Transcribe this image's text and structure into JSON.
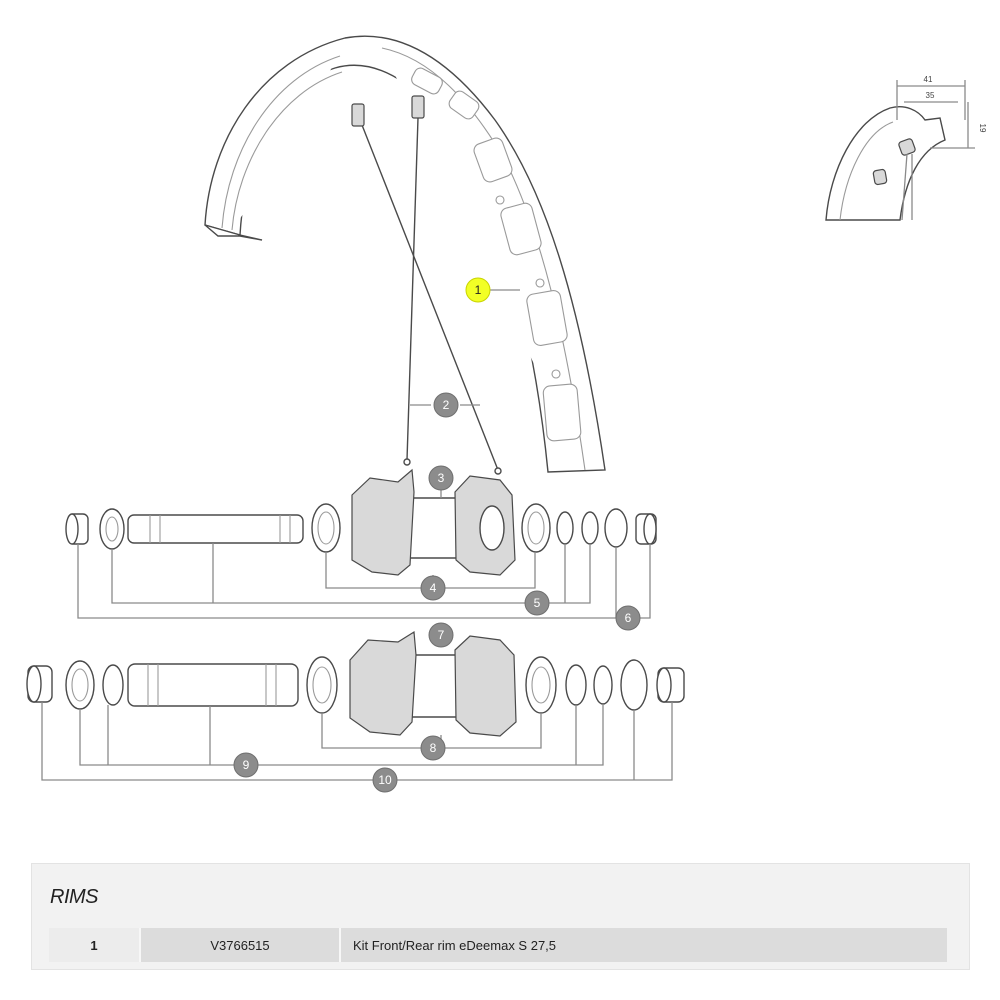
{
  "callouts": [
    "1",
    "2",
    "3",
    "4",
    "5",
    "6",
    "7",
    "8",
    "9",
    "10"
  ],
  "dimensions": {
    "outer_width": "41",
    "inner_width": "35",
    "height": "19"
  },
  "table": {
    "title": "RIMS",
    "rows": [
      {
        "number": "1",
        "reference": "V3766515",
        "description": "Kit Front/Rear rim eDeemax S 27,5"
      }
    ]
  },
  "colors": {
    "highlight": "#f2ff26",
    "callout": "#8c8c8c"
  }
}
